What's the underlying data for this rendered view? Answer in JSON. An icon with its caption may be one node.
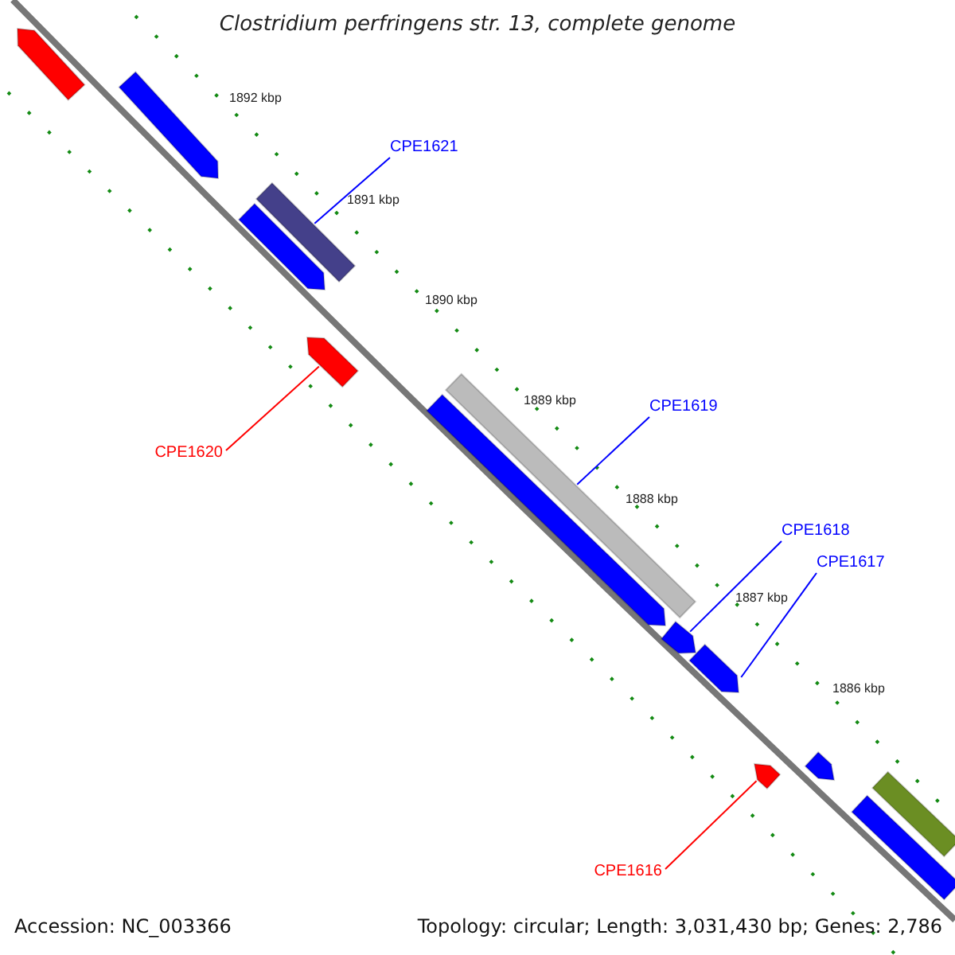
{
  "diagram": {
    "title": "Clostridium perfringens str. 13, complete genome",
    "nodes": [
      {
        "text": [],
        "shape": "arrow"
      },
      {
        "text": [],
        "shape": "arrow"
      },
      {
        "text": [],
        "shape": "bar"
      },
      {
        "text": [],
        "shape": "arrow"
      },
      {
        "text": [],
        "shape": "arrow"
      },
      {
        "text": [],
        "shape": "bar"
      },
      {
        "text": [],
        "shape": "arrow"
      },
      {
        "text": [],
        "shape": "arrow"
      },
      {
        "text": [],
        "shape": "arrow"
      },
      {
        "text": [],
        "shape": "arrow"
      },
      {
        "text": [],
        "shape": "arrow"
      },
      {
        "text": [],
        "shape": "bar"
      },
      {
        "text": [],
        "shape": "bar"
      },
      {
        "text": [
          "CPE1621"
        ]
      },
      {
        "text": [
          "CPE1620"
        ]
      },
      {
        "text": [
          "CPE1619"
        ]
      },
      {
        "text": [
          "CPE1618"
        ]
      },
      {
        "text": [
          "CPE1617"
        ]
      },
      {
        "text": [
          "CPE1616"
        ]
      }
    ],
    "edges": [
      {
        "from": 13,
        "to": 2,
        "arrow": "none"
      },
      {
        "from": 14,
        "to": 4,
        "arrow": "none",
        "color": "#ff0000"
      },
      {
        "from": 15,
        "to": 5,
        "arrow": "none"
      },
      {
        "from": 16,
        "to": 7,
        "arrow": "none"
      },
      {
        "from": 17,
        "to": 8,
        "arrow": "none"
      },
      {
        "from": 18,
        "to": 9,
        "arrow": "none",
        "color": "#ff0000"
      }
    ],
    "labels": [
      "1892 kbp",
      "1891 kbp",
      "1890 kbp",
      "1889 kbp",
      "1888 kbp",
      "1887 kbp",
      "1886 kbp",
      "Accession: NC_003366",
      "Topology: circular; Length: 3,031,430 bp; Genes: 2,786"
    ]
  }
}
